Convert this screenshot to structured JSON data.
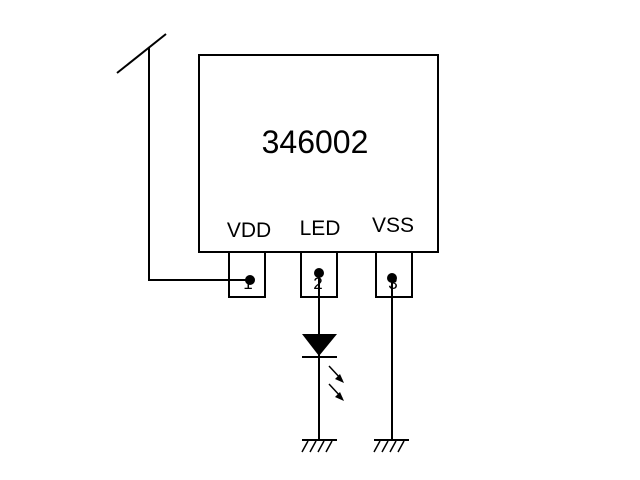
{
  "chip": {
    "part_number": "346002",
    "pins": [
      {
        "label": "VDD",
        "number": "1"
      },
      {
        "label": "LED",
        "number": "2"
      },
      {
        "label": "VSS",
        "number": "3"
      }
    ]
  },
  "colors": {
    "stroke": "#000000",
    "background": "#ffffff"
  }
}
